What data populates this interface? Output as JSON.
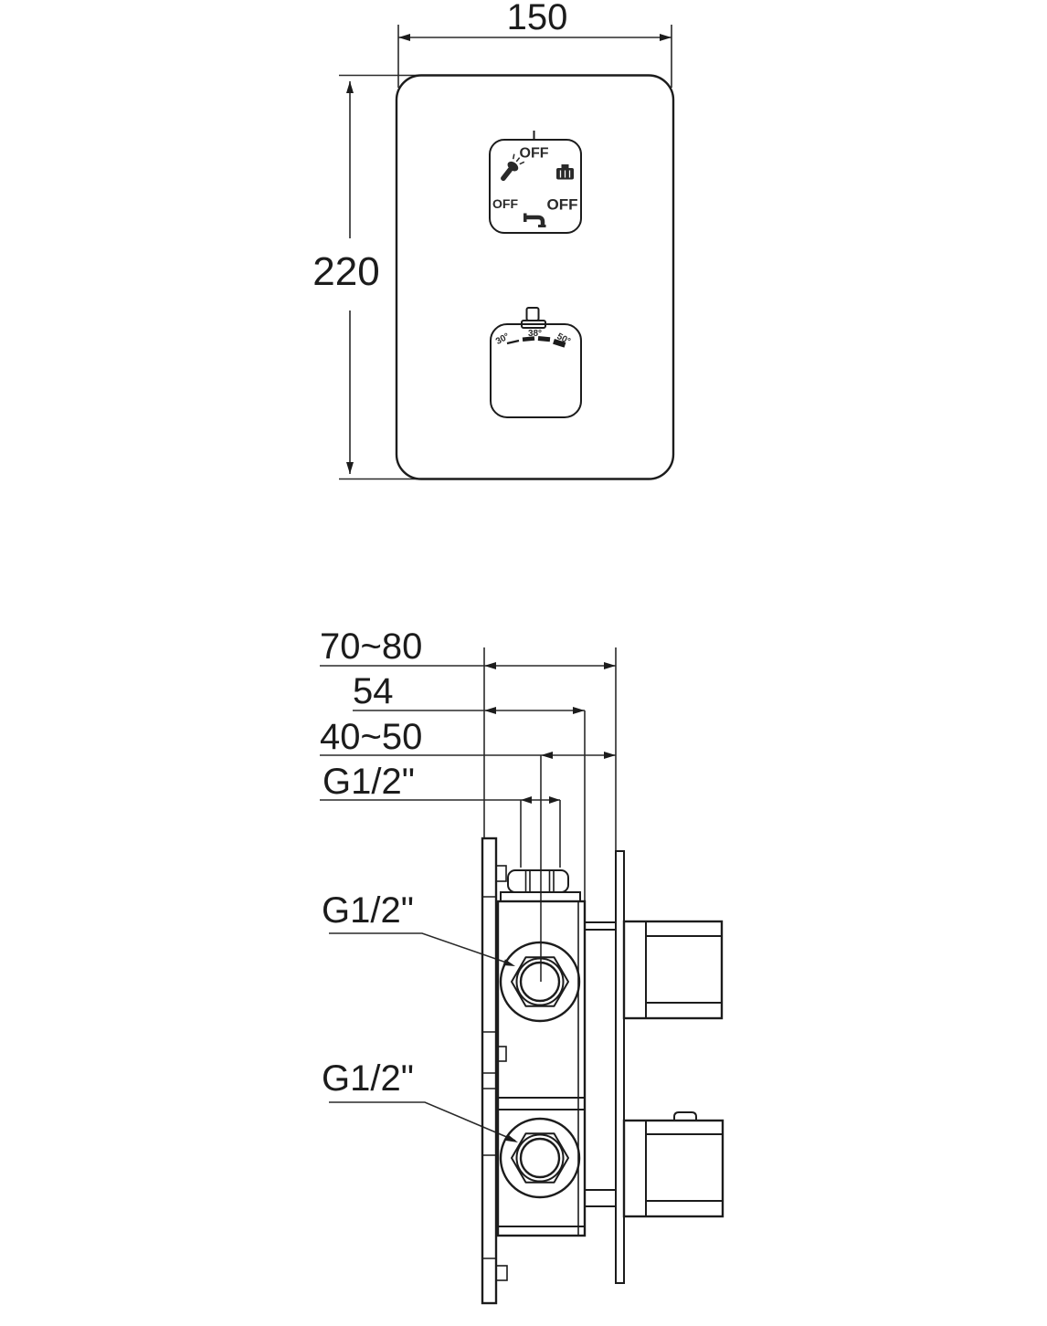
{
  "front_view": {
    "width_dim": "150",
    "height_dim": "220",
    "diverter_button": {
      "off_top": "OFF",
      "off_left": "OFF",
      "off_right": "OFF",
      "icons": {
        "left": "handshower-icon",
        "right": "overhead-shower-icon",
        "bottom": "spout-icon"
      }
    },
    "thermostat_button": {
      "temp_low": "30°",
      "temp_mid": "38°",
      "temp_high": "50°",
      "icon": "safety-stop-button"
    }
  },
  "side_view": {
    "depth_overall_dim": "70~80",
    "body_depth_dim": "54",
    "center_depth_dim": "40~50",
    "top_connection_dim": "G1/2\"",
    "upper_port_dim": "G1/2\"",
    "lower_port_dim": "G1/2\""
  }
}
